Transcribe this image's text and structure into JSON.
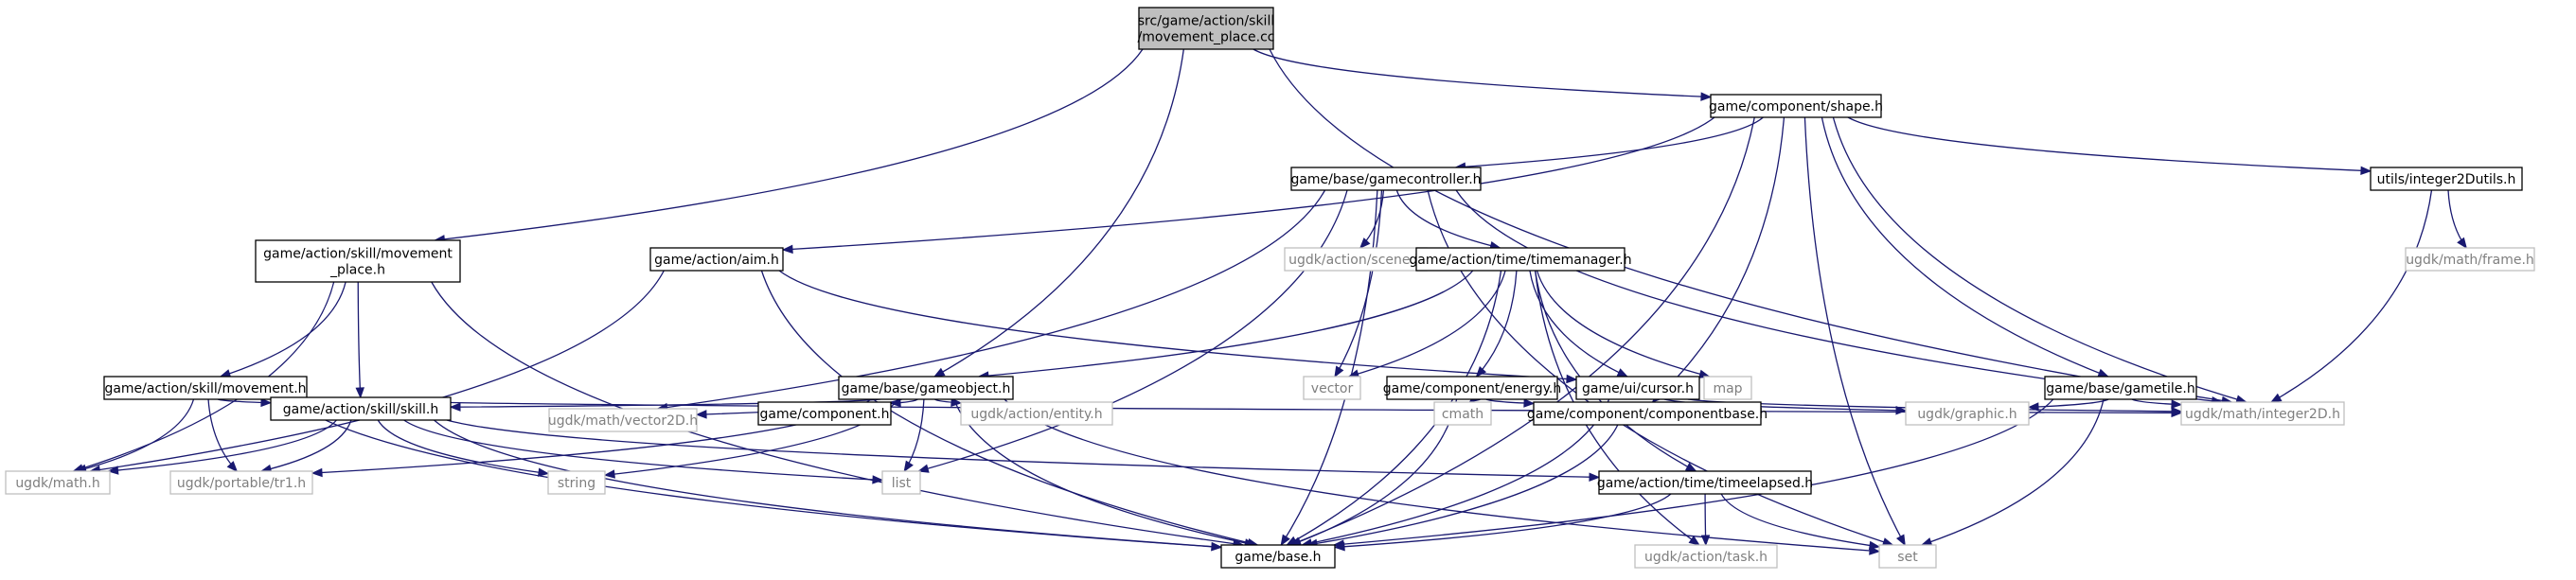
{
  "diagram": {
    "nodes": [
      {
        "id": "root",
        "lines": [
          "src/game/action/skill",
          "/movement_place.cc"
        ],
        "kind": "root"
      },
      {
        "id": "shape",
        "lines": [
          "game/component/shape.h"
        ],
        "kind": "internal"
      },
      {
        "id": "movement_place",
        "lines": [
          "game/action/skill/movement",
          "_place.h"
        ],
        "kind": "internal"
      },
      {
        "id": "gameobject",
        "lines": [
          "game/base/gameobject.h"
        ],
        "kind": "internal"
      },
      {
        "id": "integer2D",
        "lines": [
          "ugdk/math/integer2D.h"
        ],
        "kind": "external"
      },
      {
        "id": "gamecontroller",
        "lines": [
          "game/base/gamecontroller.h"
        ],
        "kind": "internal"
      },
      {
        "id": "aim",
        "lines": [
          "game/action/aim.h"
        ],
        "kind": "internal"
      },
      {
        "id": "integer2Dutils",
        "lines": [
          "utils/integer2Dutils.h"
        ],
        "kind": "internal"
      },
      {
        "id": "gametile",
        "lines": [
          "game/base/gametile.h"
        ],
        "kind": "internal"
      },
      {
        "id": "componentbase",
        "lines": [
          "game/component/componentbase.h"
        ],
        "kind": "internal"
      },
      {
        "id": "set",
        "lines": [
          "set"
        ],
        "kind": "external"
      },
      {
        "id": "base",
        "lines": [
          "game/base.h"
        ],
        "kind": "internal"
      },
      {
        "id": "ugdk_math",
        "lines": [
          "ugdk/math.h"
        ],
        "kind": "external"
      },
      {
        "id": "movement",
        "lines": [
          "game/action/skill/movement.h"
        ],
        "kind": "internal"
      },
      {
        "id": "skill",
        "lines": [
          "game/action/skill/skill.h"
        ],
        "kind": "internal"
      },
      {
        "id": "tr1",
        "lines": [
          "ugdk/portable/tr1.h"
        ],
        "kind": "external"
      },
      {
        "id": "cursor",
        "lines": [
          "game/ui/cursor.h"
        ],
        "kind": "internal"
      },
      {
        "id": "vector2D",
        "lines": [
          "ugdk/math/vector2D.h"
        ],
        "kind": "external"
      },
      {
        "id": "component",
        "lines": [
          "game/component.h"
        ],
        "kind": "internal"
      },
      {
        "id": "entity",
        "lines": [
          "ugdk/action/entity.h"
        ],
        "kind": "external"
      },
      {
        "id": "list",
        "lines": [
          "list"
        ],
        "kind": "external"
      },
      {
        "id": "string",
        "lines": [
          "string"
        ],
        "kind": "external"
      },
      {
        "id": "timeelapsed",
        "lines": [
          "game/action/time/timeelapsed.h"
        ],
        "kind": "internal"
      },
      {
        "id": "scene",
        "lines": [
          "ugdk/action/scene.h"
        ],
        "kind": "external"
      },
      {
        "id": "timemanager",
        "lines": [
          "game/action/time/timemanager.h"
        ],
        "kind": "internal"
      },
      {
        "id": "vector",
        "lines": [
          "vector"
        ],
        "kind": "external"
      },
      {
        "id": "task",
        "lines": [
          "ugdk/action/task.h"
        ],
        "kind": "external"
      },
      {
        "id": "energy",
        "lines": [
          "game/component/energy.h"
        ],
        "kind": "internal"
      },
      {
        "id": "map",
        "lines": [
          "map"
        ],
        "kind": "external"
      },
      {
        "id": "cmath",
        "lines": [
          "cmath"
        ],
        "kind": "external"
      },
      {
        "id": "graphic",
        "lines": [
          "ugdk/graphic.h"
        ],
        "kind": "external"
      },
      {
        "id": "frame",
        "lines": [
          "ugdk/math/frame.h"
        ],
        "kind": "external"
      }
    ],
    "edges": [
      [
        "root",
        "shape"
      ],
      [
        "root",
        "movement_place"
      ],
      [
        "root",
        "gameobject"
      ],
      [
        "root",
        "integer2D"
      ],
      [
        "shape",
        "gamecontroller"
      ],
      [
        "shape",
        "aim"
      ],
      [
        "shape",
        "integer2Dutils"
      ],
      [
        "shape",
        "gametile"
      ],
      [
        "shape",
        "componentbase"
      ],
      [
        "shape",
        "set"
      ],
      [
        "shape",
        "base"
      ],
      [
        "shape",
        "integer2D"
      ],
      [
        "movement_place",
        "ugdk_math"
      ],
      [
        "movement_place",
        "movement"
      ],
      [
        "movement_place",
        "skill"
      ],
      [
        "movement_place",
        "base"
      ],
      [
        "aim",
        "ugdk_math"
      ],
      [
        "aim",
        "base"
      ],
      [
        "aim",
        "cursor"
      ],
      [
        "gamecontroller",
        "vector2D"
      ],
      [
        "gamecontroller",
        "list"
      ],
      [
        "gamecontroller",
        "scene"
      ],
      [
        "gamecontroller",
        "timemanager"
      ],
      [
        "gamecontroller",
        "vector"
      ],
      [
        "gamecontroller",
        "base"
      ],
      [
        "gamecontroller",
        "set"
      ],
      [
        "gamecontroller",
        "integer2D"
      ],
      [
        "integer2Dutils",
        "integer2D"
      ],
      [
        "integer2Dutils",
        "frame"
      ],
      [
        "gametile",
        "graphic"
      ],
      [
        "gametile",
        "integer2D"
      ],
      [
        "gametile",
        "set"
      ],
      [
        "gametile",
        "base"
      ],
      [
        "timemanager",
        "gameobject"
      ],
      [
        "timemanager",
        "vector"
      ],
      [
        "timemanager",
        "energy"
      ],
      [
        "timemanager",
        "cursor"
      ],
      [
        "timemanager",
        "map"
      ],
      [
        "timemanager",
        "timeelapsed"
      ],
      [
        "timemanager",
        "task"
      ],
      [
        "timemanager",
        "base"
      ],
      [
        "movement",
        "ugdk_math"
      ],
      [
        "movement",
        "skill"
      ],
      [
        "movement",
        "tr1"
      ],
      [
        "movement",
        "base"
      ],
      [
        "movement",
        "integer2D"
      ],
      [
        "gameobject",
        "skill"
      ],
      [
        "gameobject",
        "tr1"
      ],
      [
        "gameobject",
        "vector2D"
      ],
      [
        "gameobject",
        "component"
      ],
      [
        "gameobject",
        "entity"
      ],
      [
        "gameobject",
        "list"
      ],
      [
        "gameobject",
        "string"
      ],
      [
        "gameobject",
        "base"
      ],
      [
        "gameobject",
        "set"
      ],
      [
        "skill",
        "ugdk_math"
      ],
      [
        "skill",
        "tr1"
      ],
      [
        "skill",
        "string"
      ],
      [
        "skill",
        "list"
      ],
      [
        "skill",
        "timeelapsed"
      ],
      [
        "skill",
        "base"
      ],
      [
        "energy",
        "cmath"
      ],
      [
        "energy",
        "componentbase"
      ],
      [
        "energy",
        "base"
      ],
      [
        "cursor",
        "integer2D"
      ],
      [
        "cursor",
        "graphic"
      ],
      [
        "cursor",
        "base"
      ],
      [
        "componentbase",
        "base"
      ],
      [
        "timeelapsed",
        "base"
      ],
      [
        "timeelapsed",
        "task"
      ],
      [
        "timeelapsed",
        "set"
      ]
    ]
  }
}
